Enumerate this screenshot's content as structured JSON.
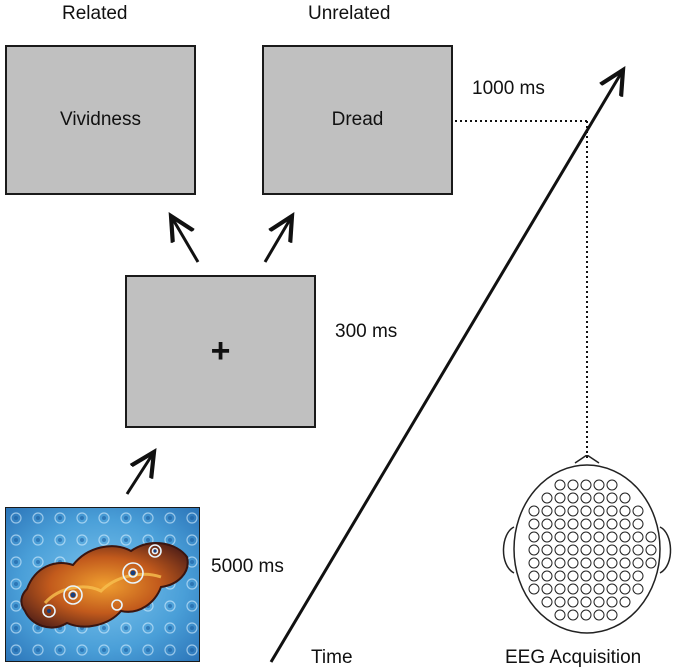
{
  "headers": {
    "related": "Related",
    "unrelated": "Unrelated"
  },
  "stimuli": {
    "related_word": "Vividness",
    "unrelated_word": "Dread",
    "fixation": "+"
  },
  "timings": {
    "word": "1000 ms",
    "fixation": "300 ms",
    "image": "5000 ms"
  },
  "axis": {
    "time_label": "Time"
  },
  "eeg": {
    "label": "EEG Acquisition"
  },
  "colors": {
    "box_fill": "#c0c0c0",
    "stroke": "#111111"
  }
}
